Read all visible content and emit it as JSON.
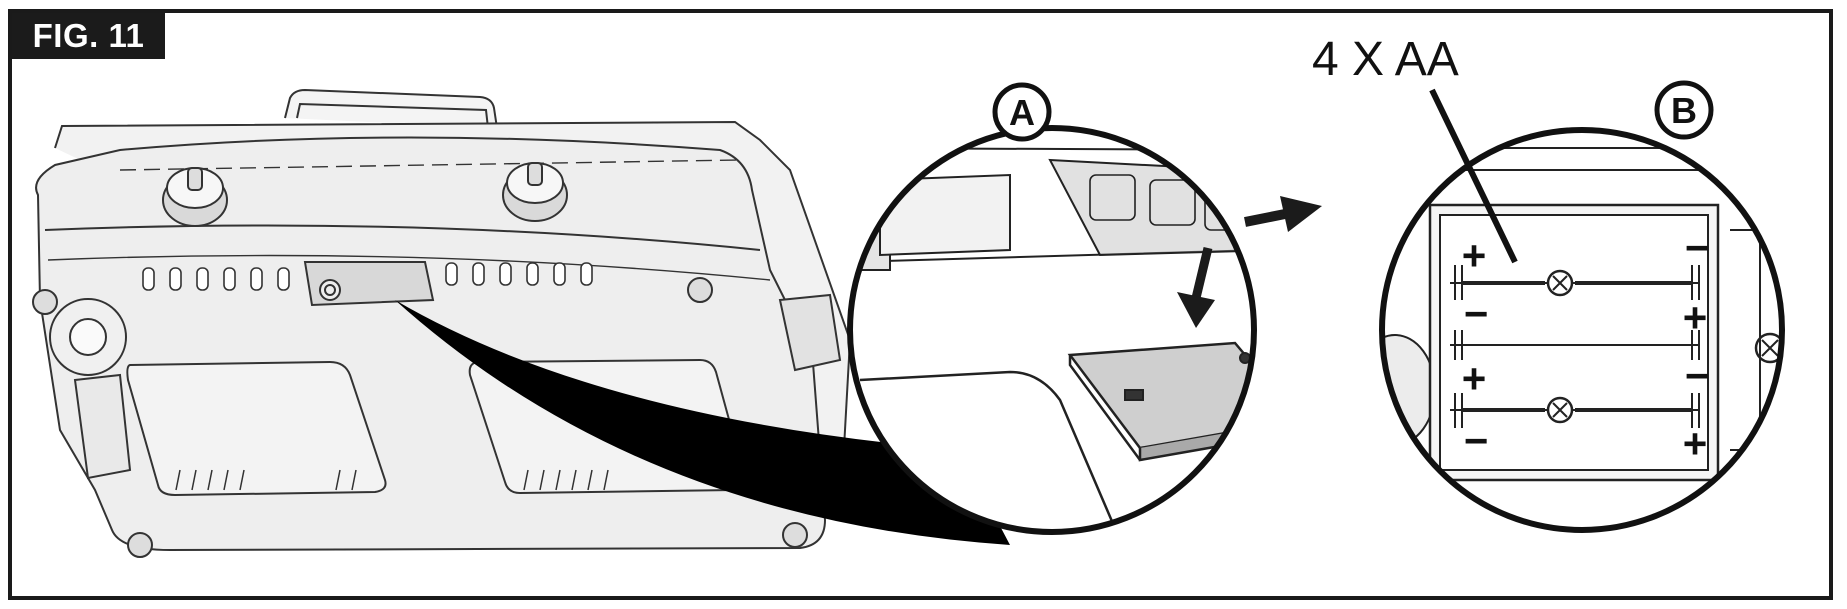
{
  "figure": {
    "tag": "FIG. 11",
    "battery_label": "4 X AA",
    "callout_a": "A",
    "callout_b": "B"
  },
  "battery_compartment": {
    "polarity_marks": [
      {
        "cell": 1,
        "left": "+",
        "right": "−"
      },
      {
        "cell": 2,
        "left": "−",
        "right": "+"
      },
      {
        "cell": 3,
        "left": "+",
        "right": "−"
      },
      {
        "cell": 4,
        "left": "−",
        "right": "+"
      }
    ]
  },
  "colors": {
    "line": "#1a1a1a",
    "device_fill": "#eeeeee",
    "cover_fill": "#c8c8c8",
    "transparent_part": "#bdbdbd",
    "background": "#ffffff"
  },
  "icons": [
    "arrow-down-icon",
    "arrow-right-icon",
    "screw-icon"
  ]
}
